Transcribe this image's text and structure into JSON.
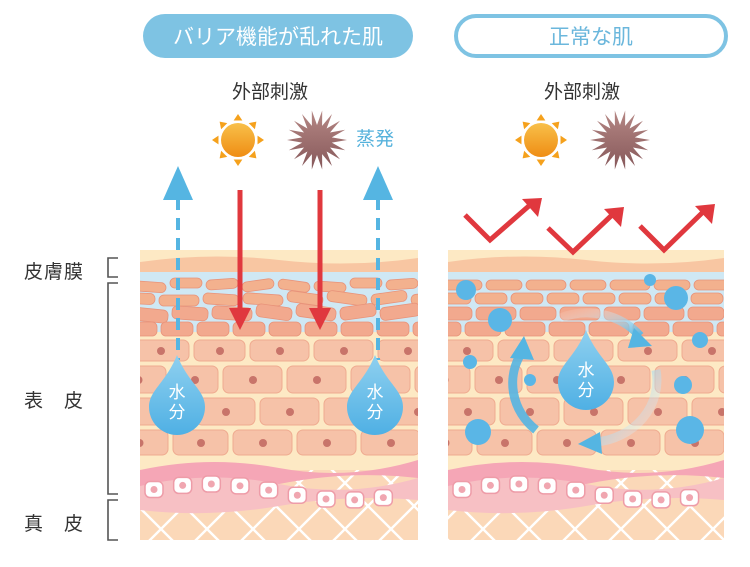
{
  "titles": {
    "left": "バリア機能が乱れた肌",
    "right": "正常な肌"
  },
  "labels": {
    "external_left": "外部刺激",
    "external_right": "外部刺激",
    "evaporation": "蒸発",
    "stratum_corneum": "皮膚膜",
    "epidermis": "表　皮",
    "dermis": "真　皮"
  },
  "drops": {
    "left_a": {
      "line1": "水",
      "line2": "分"
    },
    "left_b": {
      "line1": "水",
      "line2": "分"
    },
    "right": {
      "line1": "水",
      "line2": "分"
    }
  },
  "colors": {
    "accent_blue": "#7ec3e3",
    "water_blue": "#5ab6e6",
    "arrow_red": "#e0383e",
    "sun_orange": "#f5a11c",
    "spiky_brown": "#9c6e6c",
    "skin_peach": "#f7c9a6",
    "cell_salmon": "#f2a98e",
    "dermis_pink": "#f2a7b3"
  }
}
